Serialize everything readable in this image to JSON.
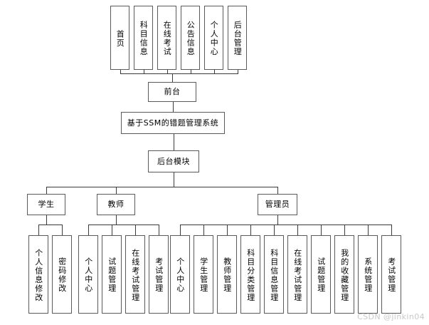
{
  "diagram": {
    "type": "tree-structure-chart",
    "title_node": "基于SSM的错题管理系统",
    "frontend": {
      "label": "前台",
      "items": [
        "首页",
        "科目信息",
        "在线考试",
        "公告信息",
        "个人中心",
        "后台管理"
      ]
    },
    "backend": {
      "label": "后台模块",
      "roles": [
        {
          "label": "学生",
          "items": [
            "个人信息修改",
            "密码修改"
          ]
        },
        {
          "label": "教师",
          "items": [
            "个人中心",
            "试题管理",
            "在线考试管理",
            "考试管理"
          ]
        },
        {
          "label": "管理员",
          "items": [
            "个人中心",
            "学生管理",
            "教师管理",
            "科目分类管理",
            "科目信息管理",
            "在线考试管理",
            "试题管理",
            "我的收藏管理",
            "系统管理",
            "考试管理"
          ]
        }
      ]
    }
  },
  "watermark": "CSDN @jinkin04",
  "colors": {
    "border": "#5a5a5a",
    "line": "#3a3a3a",
    "background": "#ffffff",
    "text": "#000000",
    "watermark": "#c9c9c9"
  }
}
